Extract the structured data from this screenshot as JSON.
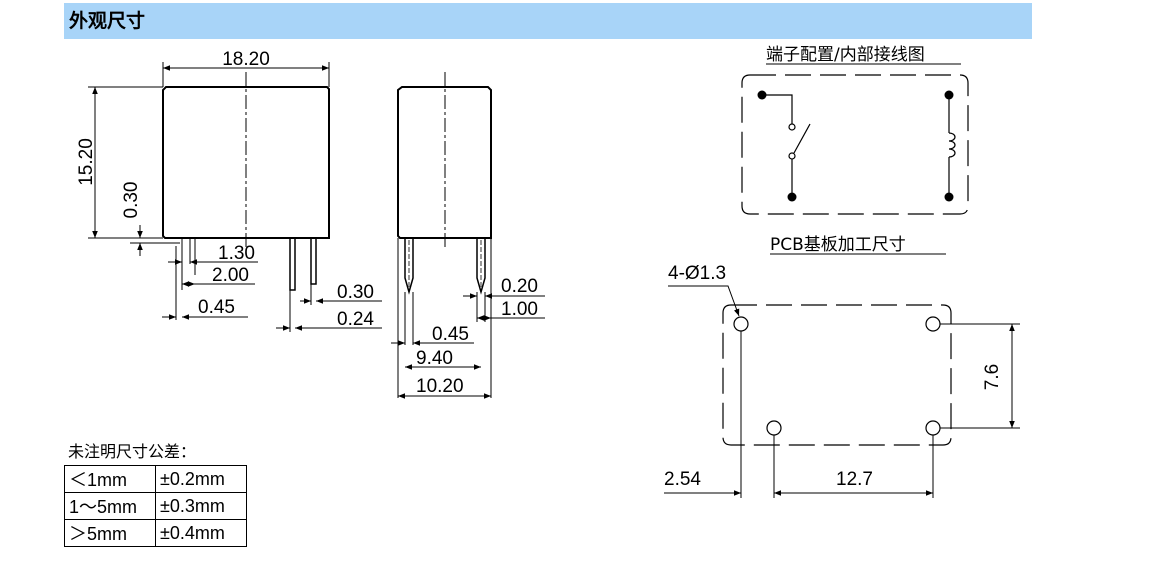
{
  "header": {
    "title": "外观尺寸"
  },
  "outline": {
    "front": {
      "width": "18.20",
      "height": "15.20",
      "gap": "0.30",
      "pin_w": "1.30",
      "pin_pitch": "2.00",
      "offset": "0.45",
      "pin_t": "0.30",
      "pin_gap": "0.24"
    },
    "side": {
      "d1": "0.20",
      "d2": "1.00",
      "d3": "0.45",
      "d4": "9.40",
      "d5": "10.20"
    }
  },
  "wiring": {
    "title": "端子配置/内部接线图"
  },
  "pcb": {
    "title": "PCB基板加工尺寸",
    "holes": "4-Ø1.3",
    "pitch_v": "7.6",
    "pitch_a": "2.54",
    "pitch_b": "12.7"
  },
  "tolerance": {
    "title": "未注明尺寸公差：",
    "rows": [
      {
        "range": "＜1mm",
        "tol": "±0.2mm"
      },
      {
        "range": "1～5mm",
        "tol": "±0.3mm"
      },
      {
        "range": "＞5mm",
        "tol": "±0.4mm"
      }
    ]
  }
}
